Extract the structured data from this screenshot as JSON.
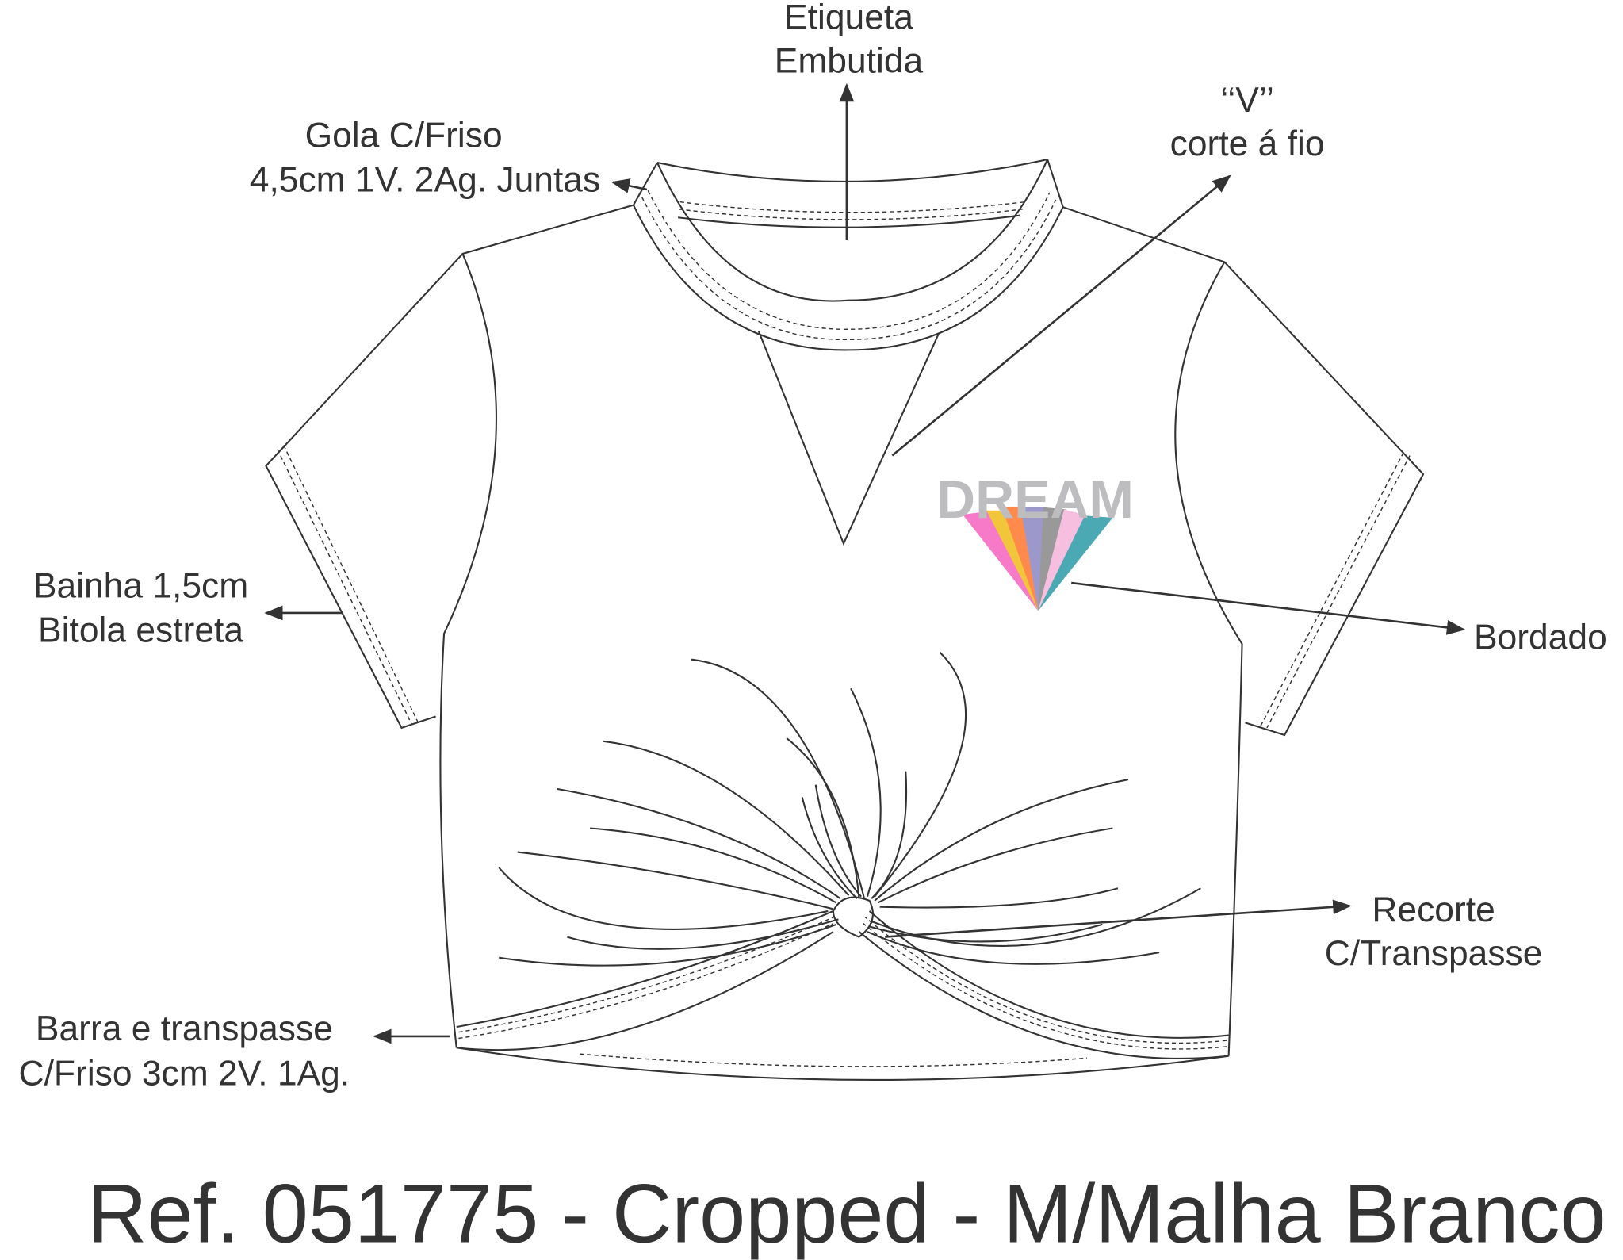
{
  "labels": {
    "etiqueta": [
      "Etiqueta",
      "Embutida"
    ],
    "gola": [
      "Gola C/Friso",
      "4,5cm 1V. 2Ag. Juntas"
    ],
    "v": [
      "‘‘V’’",
      "corte á fio"
    ],
    "bainha": [
      "Bainha 1,5cm",
      "Bitola estreta"
    ],
    "bordado": [
      "Bordado"
    ],
    "recorte": [
      "Recorte",
      "C/Transpasse"
    ],
    "barra": [
      "Barra e transpasse",
      "C/Friso 3cm 2V. 1Ag."
    ]
  },
  "title": "Ref. 051775 - Cropped - M/Malha Branco",
  "embroidery": {
    "logo_text": "DREAM",
    "colors": [
      "#f77ac8",
      "#f2c63a",
      "#ff8a4c",
      "#9d98cc",
      "#999999",
      "#f7bfdf",
      "#4aa9b3"
    ],
    "letter_color": "#bdbdbf"
  }
}
